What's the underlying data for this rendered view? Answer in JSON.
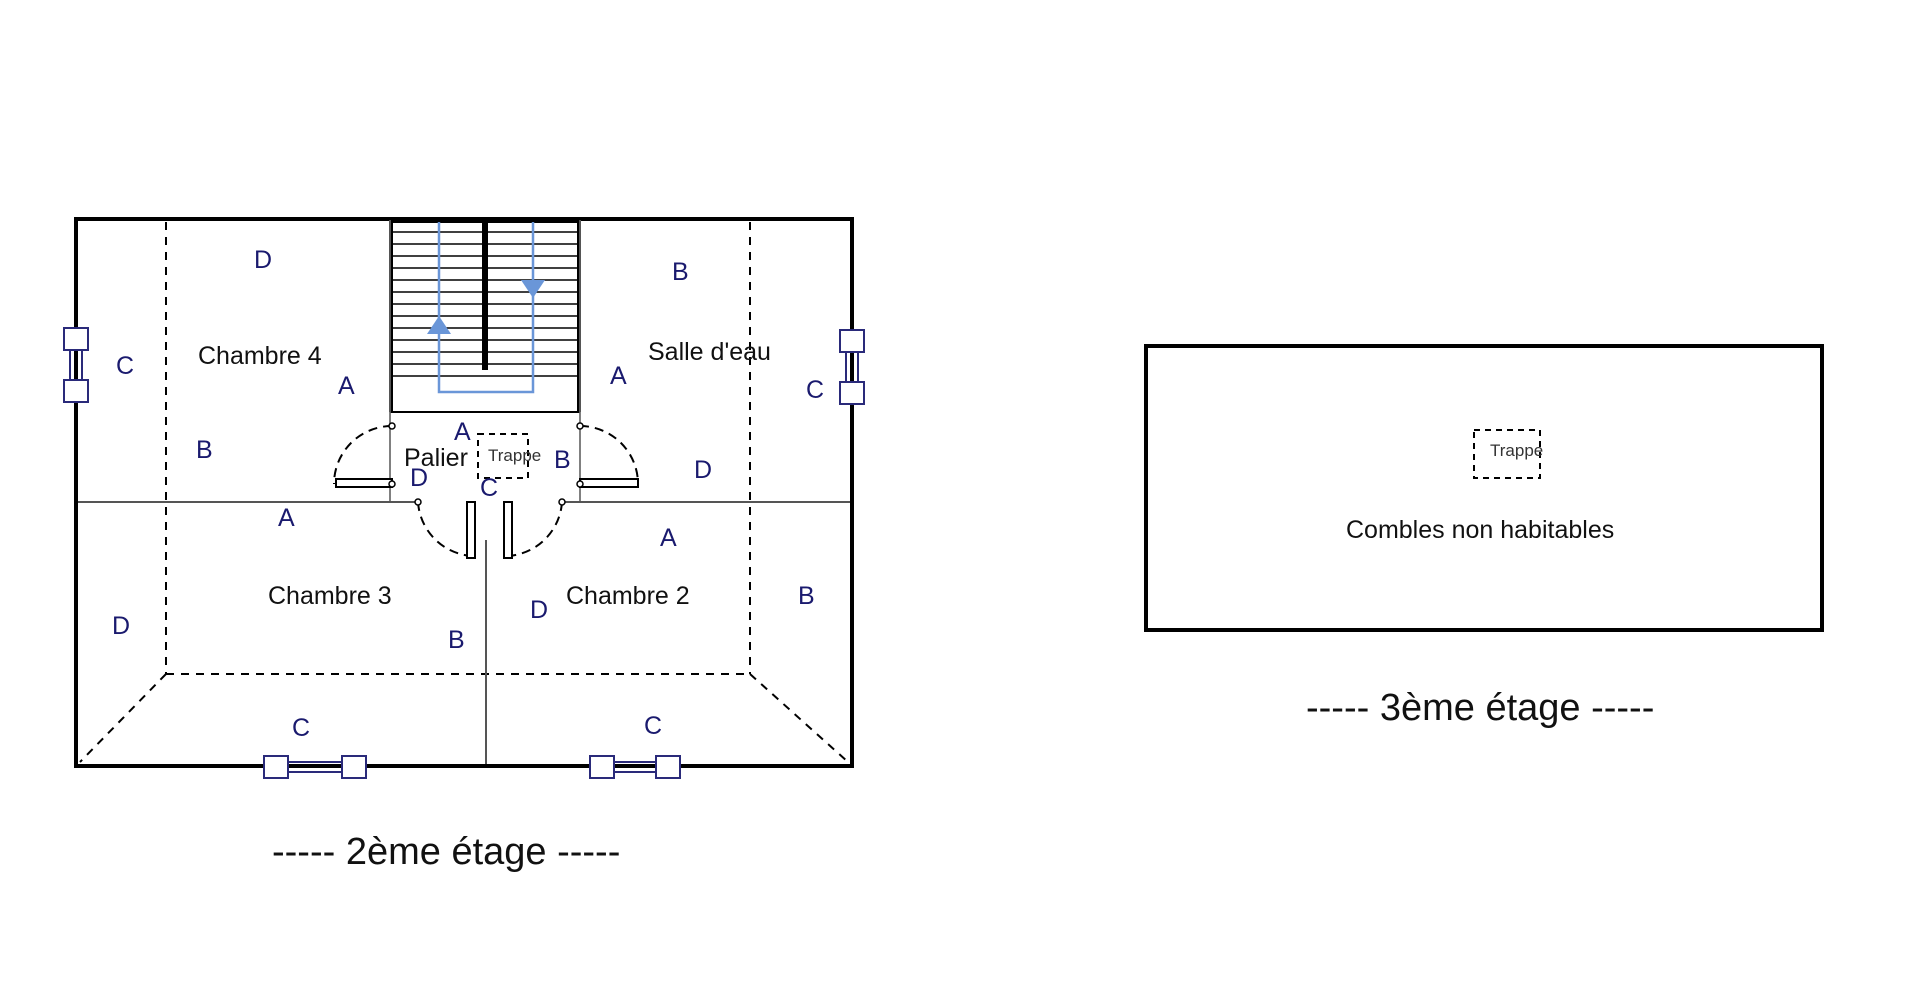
{
  "floor2": {
    "caption": "-----  2ème étage  -----",
    "rooms": {
      "chambre4": "Chambre 4",
      "salle_eau": "Salle d'eau",
      "palier": "Palier",
      "chambre3": "Chambre 3",
      "chambre2": "Chambre 2"
    },
    "trappe": "Trappe",
    "wall_letters": {
      "ch4": [
        "D",
        "C",
        "A",
        "B"
      ],
      "sde": [
        "B",
        "A",
        "C",
        "D"
      ],
      "palier": [
        "A",
        "D",
        "B",
        "C"
      ],
      "ch3": [
        "A",
        "D",
        "B",
        "C"
      ],
      "ch2": [
        "A",
        "D",
        "B",
        "C"
      ]
    }
  },
  "floor3": {
    "caption": "-----  3ème étage  -----",
    "room": "Combles non habitables",
    "trappe": "Trappe"
  },
  "colors": {
    "wall": "#000000",
    "window": "#2a2a7a",
    "stair_arrow": "#6a96d8",
    "letter": "#1a1a6e"
  }
}
